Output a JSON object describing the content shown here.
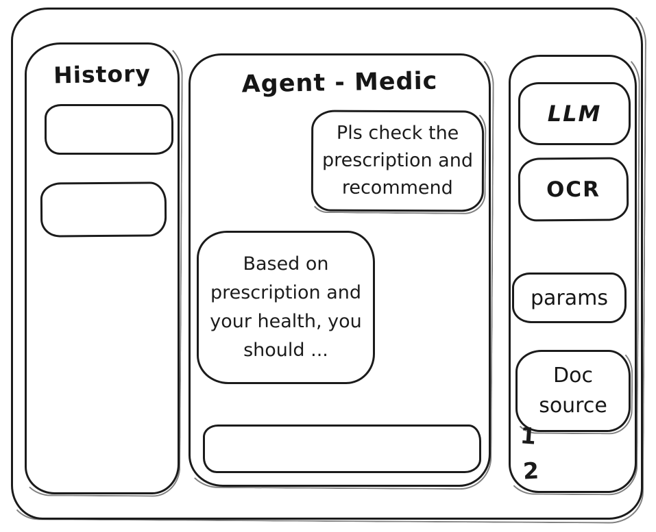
{
  "history_panel": {
    "title": "History",
    "items": [
      {
        "label": ""
      },
      {
        "label": ""
      }
    ]
  },
  "chat_panel": {
    "title": "Agent - Medic",
    "messages": [
      {
        "role": "user",
        "text": "Pls check the prescription and recommend"
      },
      {
        "role": "assistant",
        "text": "Based on prescription and your health, you should ..."
      }
    ],
    "input": {
      "value": "",
      "placeholder": ""
    }
  },
  "tools_panel": {
    "buttons": [
      {
        "id": "llm",
        "label": "LLM"
      },
      {
        "id": "ocr",
        "label": "OCR"
      },
      {
        "id": "params",
        "label": "params"
      },
      {
        "id": "doc-source",
        "label": "Doc source"
      }
    ],
    "doc_source_list": [
      {
        "label": "1"
      },
      {
        "label": "2"
      }
    ]
  },
  "colors": {
    "ink": "#1b1b1b",
    "background": "#ffffff"
  }
}
